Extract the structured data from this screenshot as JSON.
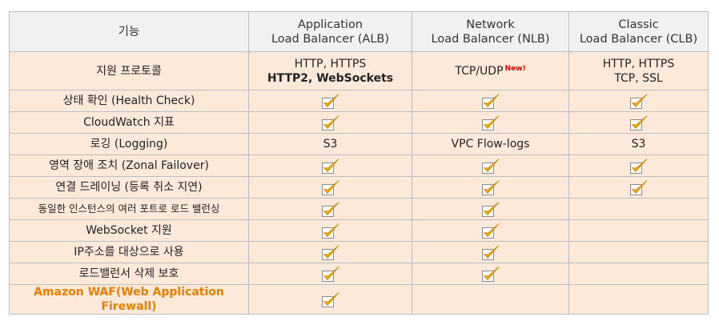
{
  "header": {
    "feature": "기능",
    "alb": [
      "Application",
      "Load Balancer (ALB)"
    ],
    "nlb": [
      "Network",
      "Load Balancer (NLB)"
    ],
    "clb": [
      "Classic",
      "Load Balancer (CLB)"
    ]
  },
  "rows": [
    {
      "feature": "지원 프로토콜",
      "alb": [
        "HTTP, HTTPS",
        "HTTP2, WebSockets"
      ],
      "nlb": "TCP/UDP",
      "nlb_badge": "New!",
      "clb": [
        "HTTP, HTTPS",
        "TCP, SSL"
      ]
    },
    {
      "feature": "상태 확인 (Health Check)",
      "alb": "check",
      "nlb": "check",
      "clb": "check"
    },
    {
      "feature": "CloudWatch 지표",
      "alb": "check",
      "nlb": "check",
      "clb": "check"
    },
    {
      "feature": "로깅 (Logging)",
      "alb": "S3",
      "nlb": "VPC Flow-logs",
      "clb": "S3"
    },
    {
      "feature": "영역 장애 조치 (Zonal Failover)",
      "alb": "check",
      "nlb": "check",
      "clb": "check"
    },
    {
      "feature": "연결 드레이닝 (등록 취소 지연)",
      "alb": "check",
      "nlb": "check",
      "clb": "check"
    },
    {
      "feature": "동일한 인스턴스의 여러 포트로 로드 밸런싱",
      "alb": "check",
      "nlb": "check",
      "clb": ""
    },
    {
      "feature": "WebSocket 지원",
      "alb": "check",
      "nlb": "check",
      "clb": ""
    },
    {
      "feature": "IP주소를 대상으로 사용",
      "alb": "check",
      "nlb": "check",
      "clb": ""
    },
    {
      "feature": "로드밸런서 삭제 보호",
      "alb": "check",
      "nlb": "check",
      "clb": ""
    },
    {
      "feature": "Amazon WAF(Web Application Firewall)",
      "alb": "check",
      "nlb": "",
      "clb": ""
    }
  ],
  "icons": {
    "check": "checkbox-check-icon"
  },
  "colors": {
    "row_bg": "#fde9d9",
    "header_bg": "#f1f1f1",
    "highlight": "#e67e00",
    "badge": "#e00000",
    "check": "#f2a900"
  }
}
